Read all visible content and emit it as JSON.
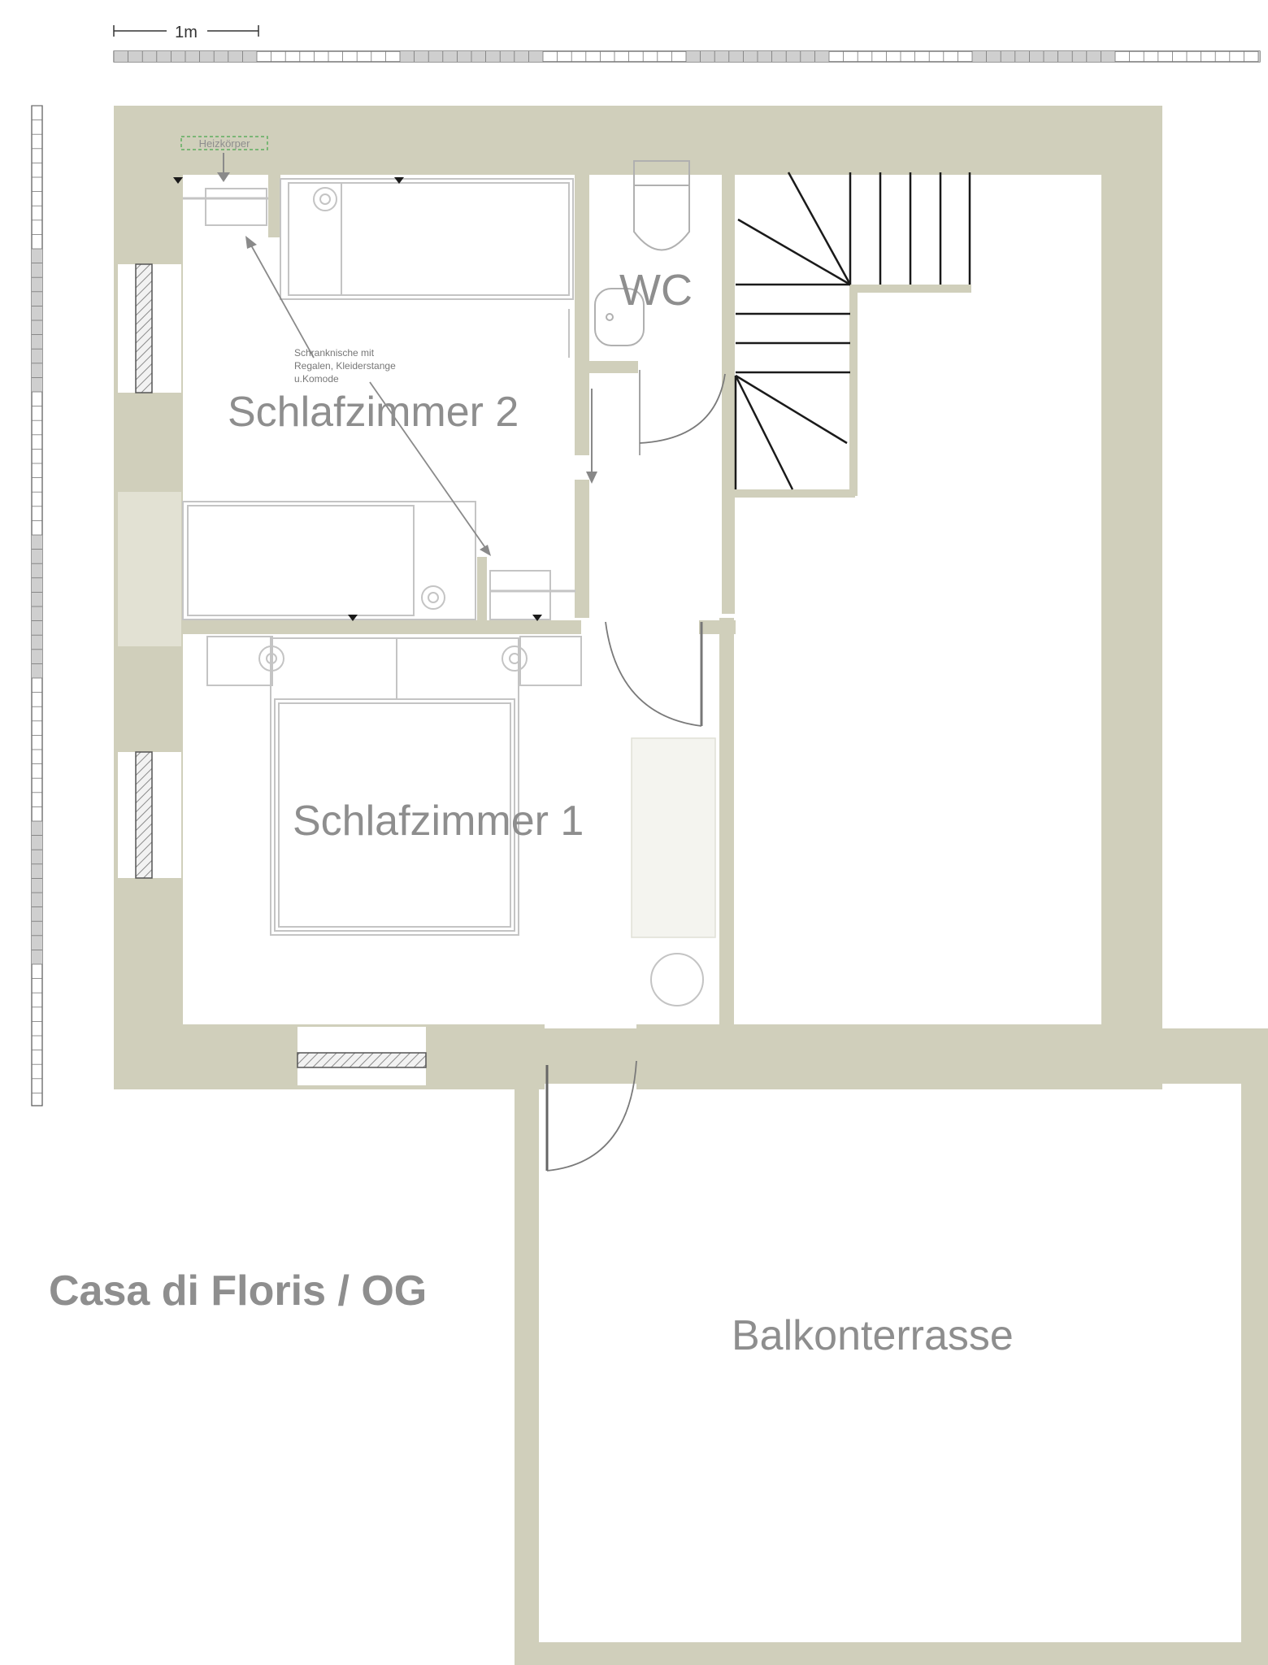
{
  "plan": {
    "title": "Casa di Floris / OG",
    "scale_label": "1m",
    "rooms": {
      "bedroom2": "Schlafzimmer 2",
      "bedroom1": "Schlafzimmer 1",
      "wc": "WC",
      "terrace": "Balkonterrasse"
    },
    "annotations": {
      "radiator": "Heizkörper",
      "wardrobe_line1": "Schranknische mit",
      "wardrobe_line2": "Regalen, Kleiderstange",
      "wardrobe_line3": "u.Komode"
    },
    "colors": {
      "wall": "#d0cfbb",
      "wall_light": "#e2e1d3",
      "furniture": "#c4c4c4",
      "text": "#8e8e8e",
      "stairs": "#1a1a1a",
      "radiator_dash": "#5fae5f"
    }
  }
}
